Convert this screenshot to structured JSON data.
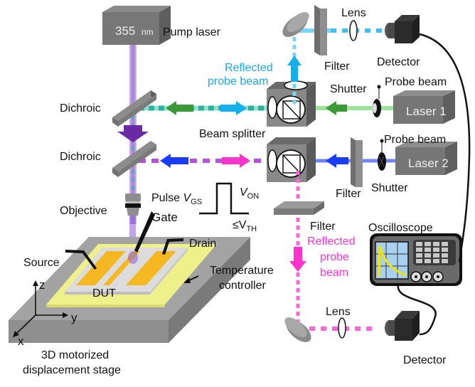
{
  "figure": {
    "pump_laser": {
      "wavelength": "355",
      "unit": "nm",
      "label": "Pump laser"
    },
    "dichroic_upper": "Dichroic",
    "dichroic_lower": "Dichroic",
    "objective": "Objective",
    "pulse": {
      "prefix": "Pulse ",
      "v": "V",
      "gs": "GS",
      "von_v": "V",
      "von_sub": "ON",
      "vth_prefix": "≤V",
      "vth_sub": "TH"
    },
    "gate": "Gate",
    "drain": "Drain",
    "source": "Source",
    "dut": "DUT",
    "temperature_controller": [
      "Temperature",
      "controller"
    ],
    "stage": [
      "3D motorized",
      "displacement stage"
    ],
    "axes": {
      "z": "z",
      "y": "y",
      "x": "x"
    },
    "beam_splitter": "Beam splitter",
    "reflected_probe_cyan": [
      "Reflected",
      "probe beam"
    ],
    "reflected_probe_pink": [
      "Reflected",
      "probe",
      "beam"
    ],
    "filter_top": "Filter",
    "filter_mid": "Filter",
    "filter_lower": "Filter",
    "lens_top": "Lens",
    "lens_bottom": "Lens",
    "detector_top": "Detector",
    "detector_bottom": "Detector",
    "shutter_1": "Shutter",
    "shutter_2": "Shutter",
    "probe_beam_1": "Probe beam",
    "probe_beam_2": "Probe beam",
    "laser_1": "Laser 1",
    "laser_2": "Laser 2",
    "oscilloscope": "Oscilloscope"
  },
  "colors": {
    "pump_beam": "#9b6fd0",
    "probe_green": "#3a9a35",
    "probe_cyan": "#12b0ee",
    "probe_blue": "#1a3cff",
    "reflected_pink": "#ff33cc",
    "purple_arrow": "#6a2aa6",
    "gold": "#f5b820",
    "yellow_pad": "#eef08a",
    "stage_gray": "#9a9a9a",
    "scope_screen": "#a8d0f0"
  }
}
